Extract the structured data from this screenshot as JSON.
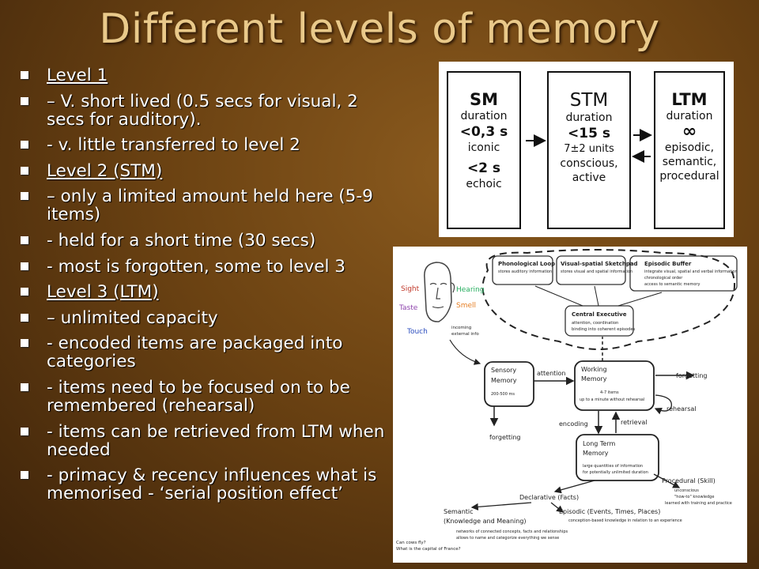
{
  "slide": {
    "title": "Different levels of memory"
  },
  "bullets": [
    {
      "text": "Level 1",
      "underline": true
    },
    {
      "text": "– V. short lived (0.5 secs for visual, 2 secs for auditory).",
      "underline": false
    },
    {
      "text": " - v. little transferred to level 2",
      "underline": false
    },
    {
      "text": "Level 2 (STM)",
      "underline": true
    },
    {
      "text": "– only a limited amount held here (5-9 items)",
      "underline": false
    },
    {
      "text": " - held for a short time (30 secs)",
      "underline": false
    },
    {
      "text": " - most is forgotten, some to level 3",
      "underline": false
    },
    {
      "text": "Level 3 (LTM)",
      "underline": true
    },
    {
      "text": "– unlimited capacity",
      "underline": false
    },
    {
      "text": " - encoded items are packaged into categories",
      "underline": false
    },
    {
      "text": " - items need to be focused on to be remembered (rehearsal)",
      "underline": false
    },
    {
      "text": " - items can be retrieved from LTM when needed",
      "underline": false
    },
    {
      "text": " - primacy & recency influences what is memorised - ‘serial position effect’",
      "underline": false
    }
  ],
  "figure_top": {
    "sm": {
      "title": "SM",
      "l1": "duration",
      "l2": "<0,3 s",
      "l3": "iconic",
      "l4": "<2 s",
      "l5": "echoic"
    },
    "stm": {
      "title": "STM",
      "l1": "duration",
      "l2": "<15 s",
      "l3": "7±2 units",
      "l4": "conscious,",
      "l5": "active"
    },
    "ltm": {
      "title": "LTM",
      "l1": "duration",
      "l2": "∞",
      "l3": "episodic,",
      "l4": "semantic,",
      "l5": "procedural"
    }
  },
  "figure_bottom": {
    "senses": {
      "sight": "Sight",
      "hearing": "Hearing",
      "taste": "Taste",
      "smell": "Smell",
      "touch": "Touch"
    },
    "incoming": [
      "incoming",
      "external info"
    ],
    "phono": {
      "title": "Phonological Loop",
      "desc": "stores auditory information"
    },
    "visual": {
      "title": "Visual-spatial Sketchpad",
      "desc": "stores visual and spatial information"
    },
    "episodic_buffer": {
      "title": "Episodic Buffer",
      "desc": [
        "integrate visual, spatial and verbal information",
        "chronological order",
        "access to semantic memory"
      ]
    },
    "central": {
      "title": "Central Executive",
      "desc": [
        "attention, coordination",
        "binding into coherent episodes"
      ]
    },
    "sensory": {
      "title": [
        "Sensory",
        "Memory"
      ],
      "desc": "200-500 ms"
    },
    "working": {
      "title": [
        "Working",
        "Memory"
      ],
      "desc": [
        "4-7 items",
        "up to a minute without rehearsal"
      ]
    },
    "ltm": {
      "title": [
        "Long Term",
        "Memory"
      ],
      "desc": [
        "large quantities of information",
        "for potentially unlimited duration"
      ]
    },
    "arrows": {
      "attention": "attention",
      "forgetting1": "forgetting",
      "rehearsal": "rehearsal",
      "forgetting2": "forgetting",
      "encoding": "encoding",
      "retrieval": "retrieval"
    },
    "declarative": "Declarative (Facts)",
    "procedural": {
      "title": "Procedural (Skill)",
      "desc": [
        "unconscious",
        "\"how-to\" knowledge",
        "learned with training and practice"
      ]
    },
    "semantic": {
      "title": [
        "Semantic",
        "(Knowledge and Meaning)"
      ],
      "desc": [
        "networks of connected concepts, facts and relationships",
        "allows to name and categorize everything we sense"
      ]
    },
    "episodic": {
      "title": "Episodic (Events, Times, Places)",
      "desc": "conception-based knowledge in relation to an experience"
    },
    "questions": [
      "Can cows fly?",
      "What is the capital of France?"
    ]
  }
}
